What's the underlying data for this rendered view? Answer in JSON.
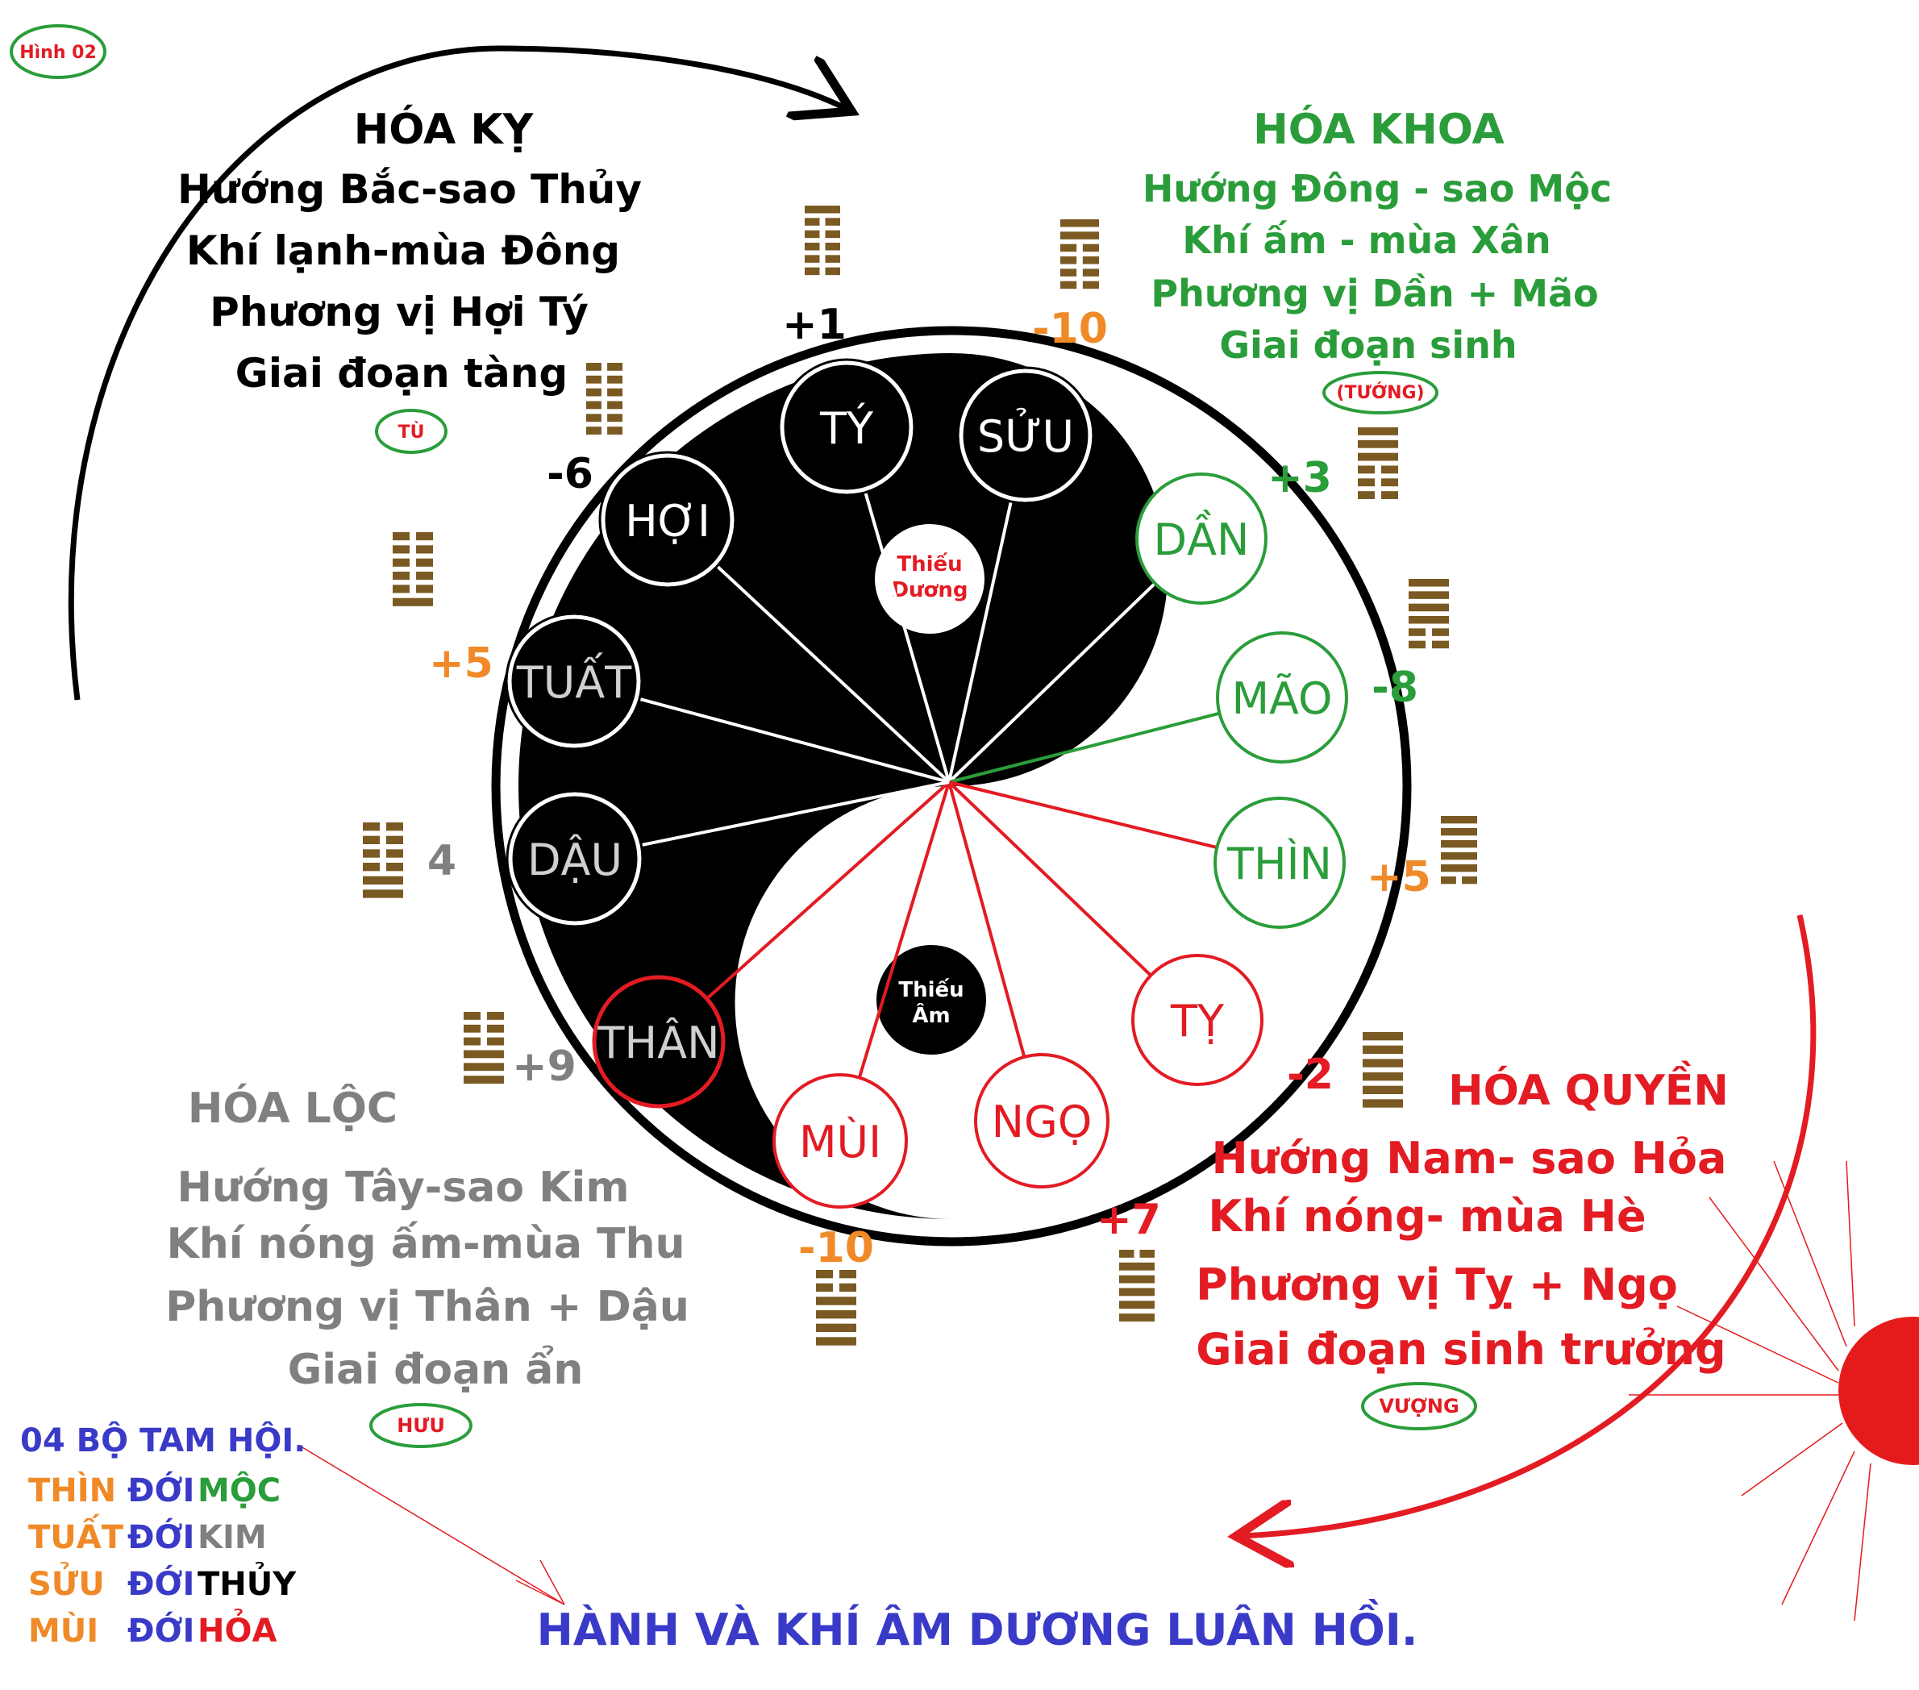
{
  "figure_label": "Hình 02",
  "colors": {
    "black": "#000000",
    "green": "#2a9d3a",
    "red": "#e31b23",
    "orange": "#f08a28",
    "gray": "#808080",
    "blue": "#3a3ac8",
    "brown": "#7a5a22",
    "sun": "#e51b1b"
  },
  "quadrants": {
    "hoa_ky": {
      "title": "HÓA KỴ",
      "lines": [
        "Hướng Bắc-sao Thủy",
        "Khí lạnh-mùa Đông",
        "Phương vị Hợi Tý",
        "Giai đoạn tàng"
      ],
      "badge": "TÙ",
      "color_key": "black"
    },
    "hoa_khoa": {
      "title": "HÓA KHOA",
      "lines": [
        "Hướng Đông - sao Mộc",
        "Khí ấm - mùa Xân",
        "Phương vị Dần + Mão",
        "Giai đoạn sinh"
      ],
      "badge": "(TƯỚNG)",
      "color_key": "green"
    },
    "hoa_quyen": {
      "title": "HÓA QUYỀN",
      "lines": [
        "Hướng Nam- sao Hỏa",
        "Khí nóng- mùa Hè",
        "Phương vị Tỵ + Ngọ",
        "Giai đoạn sinh trưởng"
      ],
      "badge": "VƯỢNG",
      "color_key": "red"
    },
    "hoa_loc": {
      "title": "HÓA LỘC",
      "lines": [
        "Hướng Tây-sao Kim",
        "Khí nóng ấm-mùa Thu",
        "Phương vị Thân + Dậu",
        "Giai đoạn ẩn"
      ],
      "badge": "HƯU",
      "color_key": "gray"
    }
  },
  "centers": {
    "thieu_duong": [
      "Thiếu",
      "Dương"
    ],
    "thieu_am": [
      "Thiếu",
      "Âm"
    ]
  },
  "branches": [
    {
      "id": "ty",
      "label": "TÝ",
      "style": "black"
    },
    {
      "id": "suu",
      "label": "SỬU",
      "style": "black"
    },
    {
      "id": "dan",
      "label": "DẦN",
      "style": "green"
    },
    {
      "id": "mao",
      "label": "MÃO",
      "style": "green"
    },
    {
      "id": "thin",
      "label": "THÌN",
      "style": "green"
    },
    {
      "id": "ti",
      "label": "TỴ",
      "style": "red"
    },
    {
      "id": "ngo",
      "label": "NGỌ",
      "style": "red"
    },
    {
      "id": "mui",
      "label": "MÙI",
      "style": "red"
    },
    {
      "id": "than",
      "label": "THÂN",
      "style": "black"
    },
    {
      "id": "dau",
      "label": "DẬU",
      "style": "black"
    },
    {
      "id": "tuat",
      "label": "TUẤT",
      "style": "black"
    },
    {
      "id": "hoi",
      "label": "HỢI",
      "style": "black"
    }
  ],
  "numbers": [
    {
      "id": "ty",
      "text": "+1",
      "color_key": "black"
    },
    {
      "id": "suu",
      "text": "-10",
      "color_key": "orange"
    },
    {
      "id": "dan",
      "text": "+3",
      "color_key": "green"
    },
    {
      "id": "mao",
      "text": "-8",
      "color_key": "green"
    },
    {
      "id": "thin",
      "text": "+5",
      "color_key": "orange"
    },
    {
      "id": "ti",
      "text": "-2",
      "color_key": "red"
    },
    {
      "id": "ngo",
      "text": "+7",
      "color_key": "red"
    },
    {
      "id": "mui",
      "text": "-10",
      "color_key": "orange"
    },
    {
      "id": "than",
      "text": "+9",
      "color_key": "gray"
    },
    {
      "id": "dau",
      "text": "4",
      "color_key": "gray"
    },
    {
      "id": "tuat",
      "text": "+5",
      "color_key": "orange"
    },
    {
      "id": "hoi",
      "text": "-6",
      "color_key": "black"
    }
  ],
  "tam_hoi": {
    "heading": "04 BỘ TAM HỘI.",
    "rows": [
      {
        "a": "THÌN",
        "b": "ĐỚI",
        "c": "MỘC",
        "c_color_key": "green"
      },
      {
        "a": "TUẤT",
        "b": "ĐỚI",
        "c": "KIM",
        "c_color_key": "gray"
      },
      {
        "a": "SỬU",
        "b": "ĐỚI",
        "c": "THỦY",
        "c_color_key": "black"
      },
      {
        "a": "MÙI",
        "b": "ĐỚI",
        "c": "HỎA",
        "c_color_key": "red"
      }
    ]
  },
  "footer": "HÀNH VÀ KHÍ ÂM DƯƠNG LUÂN HỒI."
}
